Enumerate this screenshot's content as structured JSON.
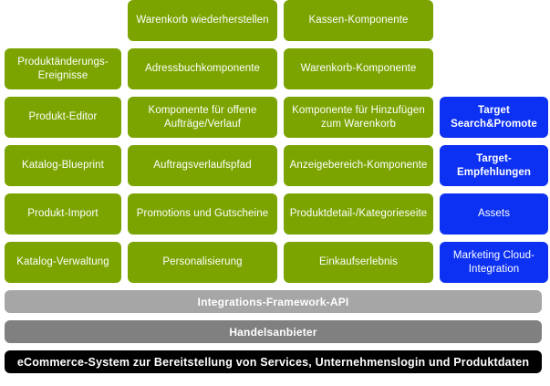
{
  "diagram": {
    "type": "layered-architecture-block-diagram",
    "colors": {
      "green": "#7ba400",
      "blue": "#0c31f2",
      "light_gray": "#a6a6a6",
      "dark_gray": "#808080",
      "black": "#000000",
      "text": "#ffffff"
    },
    "grid": {
      "columns": 4,
      "rows": 6,
      "cells": [
        {
          "label": "",
          "color": "empty",
          "bold": false
        },
        {
          "label": "Warenkorb wiederherstellen",
          "color": "green",
          "bold": false
        },
        {
          "label": "Kassen-Komponente",
          "color": "green",
          "bold": false
        },
        {
          "label": "",
          "color": "empty",
          "bold": false
        },
        {
          "label": "Produktänderungs-Ereignisse",
          "color": "green",
          "bold": false
        },
        {
          "label": "Adressbuchkomponente",
          "color": "green",
          "bold": false
        },
        {
          "label": "Warenkorb-Komponente",
          "color": "green",
          "bold": false
        },
        {
          "label": "",
          "color": "empty",
          "bold": false
        },
        {
          "label": "Produkt-Editor",
          "color": "green",
          "bold": false
        },
        {
          "label": "Komponente für offene Aufträge/Verlauf",
          "color": "green",
          "bold": false
        },
        {
          "label": "Komponente für Hinzufügen zum Warenkorb",
          "color": "green",
          "bold": false
        },
        {
          "label": "Target Search&Promote",
          "color": "blue",
          "bold": true
        },
        {
          "label": "Katalog-Blueprint",
          "color": "green",
          "bold": false
        },
        {
          "label": "Auftragsverlaufspfad",
          "color": "green",
          "bold": false
        },
        {
          "label": "Anzeigebereich-Komponente",
          "color": "green",
          "bold": false
        },
        {
          "label": "Target-Empfehlungen",
          "color": "blue",
          "bold": true
        },
        {
          "label": "Produkt-Import",
          "color": "green",
          "bold": false
        },
        {
          "label": "Promotions und Gutscheine",
          "color": "green",
          "bold": false
        },
        {
          "label": "Produktdetail-/Kategorieseite",
          "color": "green",
          "bold": false
        },
        {
          "label": "Assets",
          "color": "blue",
          "bold": false
        },
        {
          "label": "Katalog-Verwaltung",
          "color": "green",
          "bold": false
        },
        {
          "label": "Personalisierung",
          "color": "green",
          "bold": false
        },
        {
          "label": "Einkaufserlebnis",
          "color": "green",
          "bold": false
        },
        {
          "label": "Marketing Cloud-Integration",
          "color": "blue",
          "bold": false
        }
      ]
    },
    "bars": [
      {
        "label": "Integrations-Framework-API",
        "color": "light-gray"
      },
      {
        "label": "Handelsanbieter",
        "color": "dark-gray"
      },
      {
        "label": "eCommerce-System zur Bereitstellung von Services, Unternehmenslogin und Produktdaten",
        "color": "black"
      }
    ]
  }
}
